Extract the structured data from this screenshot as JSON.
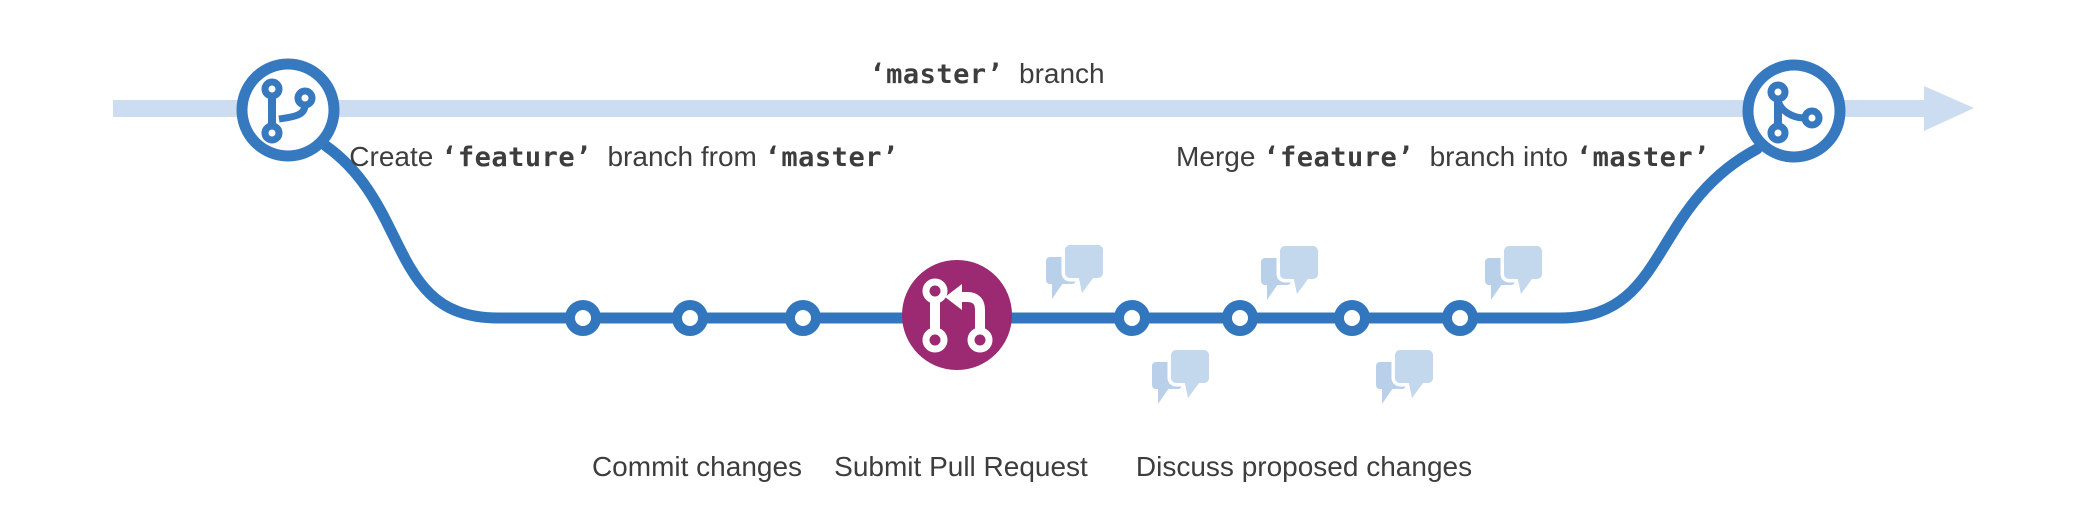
{
  "title": "GitHub Flow branch diagram",
  "colors": {
    "branch_blue": "#3679BF",
    "feature_line_blue": "#3277BD",
    "master_line_light_blue": "#CCDDF1",
    "bubble_light_blue": "#C3D7ED",
    "bubble_back_blue": "#B8D0EA",
    "pull_request_magenta": "#9B2A72",
    "text_gray": "#3D3D3D",
    "node_fill_white": "#FFFFFF"
  },
  "annotations": {
    "master_branch": {
      "segments": [
        {
          "text": "‘master’",
          "style": "code"
        },
        {
          "text": "  branch",
          "style": "plain"
        }
      ]
    },
    "create_branch": {
      "segments": [
        {
          "text": "Create ",
          "style": "plain"
        },
        {
          "text": "‘feature’",
          "style": "code"
        },
        {
          "text": "  branch from ",
          "style": "plain"
        },
        {
          "text": "‘master’",
          "style": "code"
        }
      ]
    },
    "merge_branch": {
      "segments": [
        {
          "text": "Merge ",
          "style": "plain"
        },
        {
          "text": "‘feature’",
          "style": "code"
        },
        {
          "text": "  branch into ",
          "style": "plain"
        },
        {
          "text": "‘master’",
          "style": "code"
        }
      ]
    },
    "commit_changes": "Commit changes",
    "submit_pull_request": "Submit Pull Request",
    "discuss_changes": "Discuss proposed changes"
  },
  "icons": {
    "left_node": "git-branch-icon",
    "right_node": "git-merge-icon",
    "center_node": "git-pull-request-icon",
    "discussion": "discussion-bubbles-icon",
    "master_arrow": "arrow-right-icon"
  },
  "diagram": {
    "commit_count": 7,
    "discussion_icon_count": 5
  }
}
